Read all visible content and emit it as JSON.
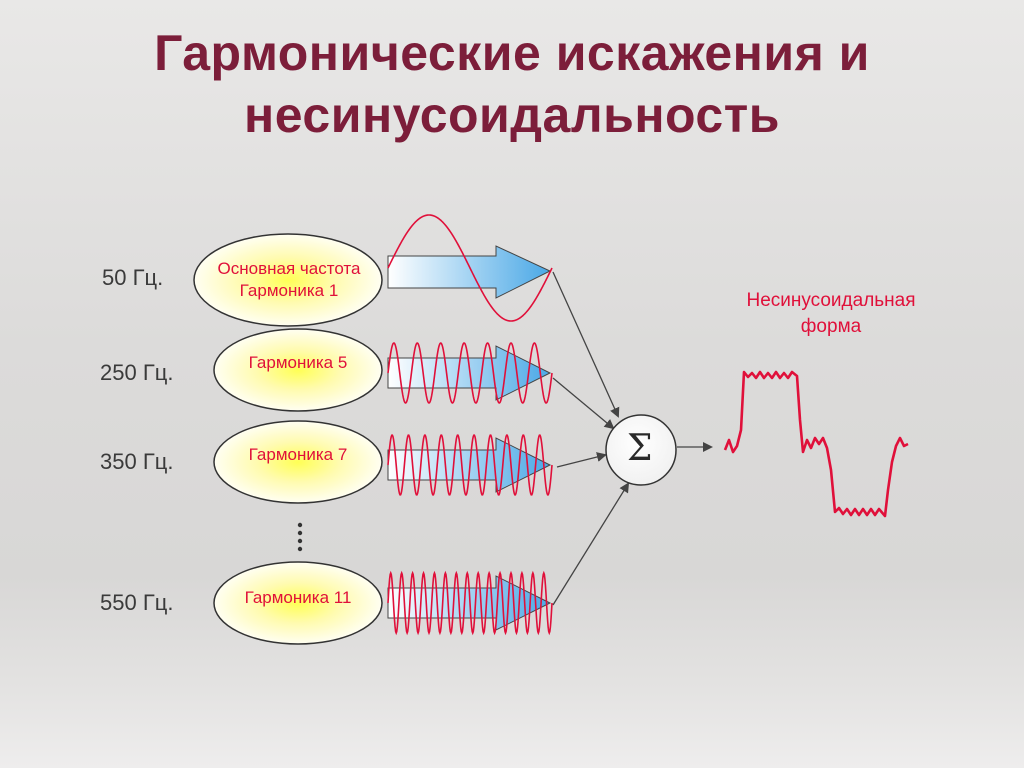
{
  "title": {
    "line1": "Гармонические искажения и",
    "line2": "несинусоидальность"
  },
  "harmonics": [
    {
      "frequency": "50 Гц.",
      "line1": "Основная частота",
      "line2": "Гармоника  1",
      "order": 1
    },
    {
      "frequency": "250 Гц.",
      "line1": "Гармоника 5",
      "line2": "",
      "order": 5
    },
    {
      "frequency": "350 Гц.",
      "line1": "Гармоника 7",
      "line2": "",
      "order": 7
    },
    {
      "frequency": "550 Гц.",
      "line1": "Гармоника 11",
      "line2": "",
      "order": 11
    }
  ],
  "summation_symbol": "Σ",
  "result": {
    "line1": "Несинусоидальная",
    "line2": "форма"
  },
  "colors": {
    "title": "#7c1e3a",
    "label": "#e0103a",
    "wave": "#e0103a",
    "arrow_fill": "#5ab4e8",
    "ellipse_center": "#ffff55"
  },
  "icons": {
    "ellipsis": "vertical-ellipsis",
    "sum": "sigma-icon"
  }
}
